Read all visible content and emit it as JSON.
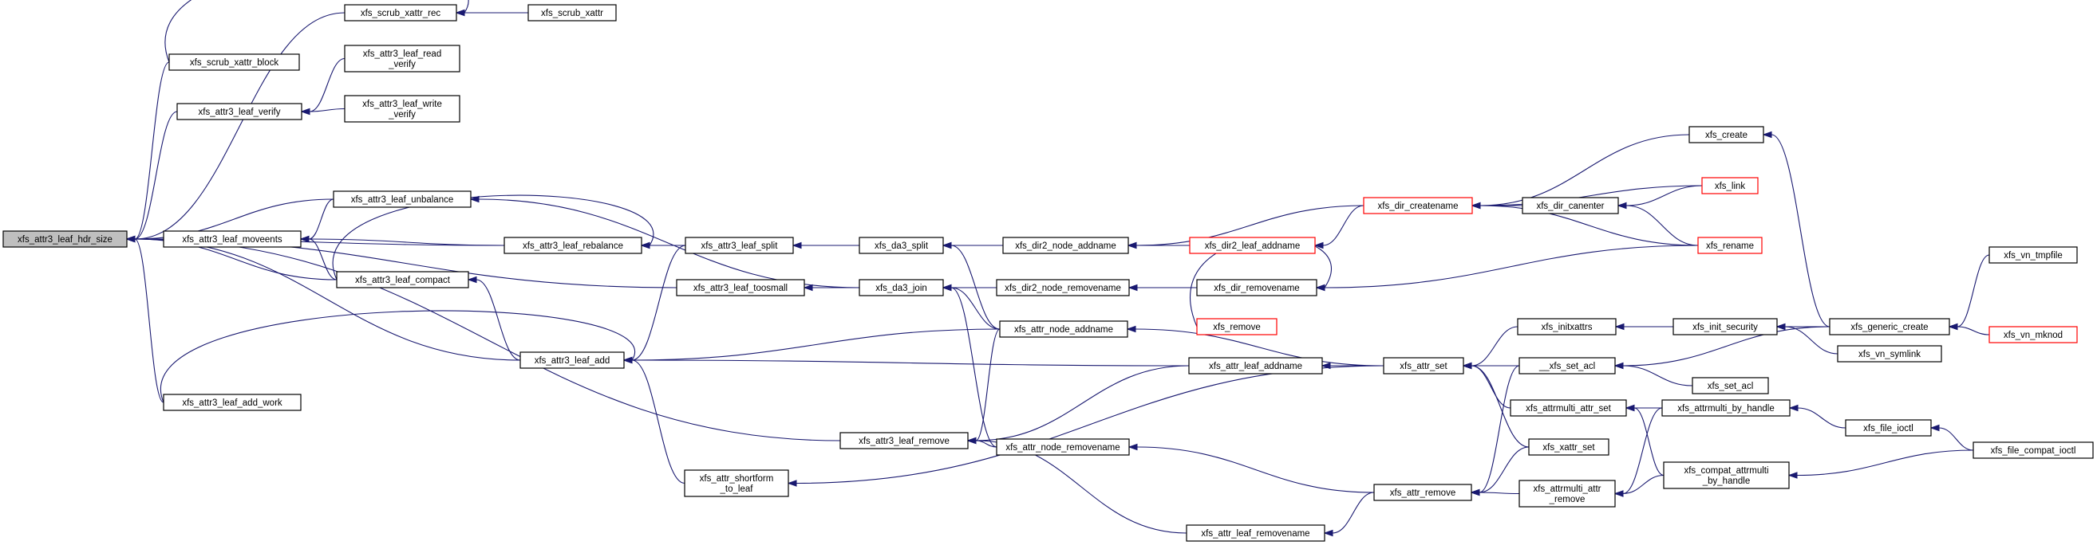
{
  "graph": {
    "root_id": "hdr",
    "nodes": [
      {
        "id": "hdr",
        "lines": [
          "xfs_attr3_leaf_hdr_size"
        ],
        "style": "root"
      },
      {
        "id": "xrec",
        "lines": [
          "xfs_scrub_xattr_rec"
        ],
        "style": "normal"
      },
      {
        "id": "xattr",
        "lines": [
          "xfs_scrub_xattr"
        ],
        "style": "normal"
      },
      {
        "id": "xblock",
        "lines": [
          "xfs_scrub_xattr_block"
        ],
        "style": "normal"
      },
      {
        "id": "lverify",
        "lines": [
          "xfs_attr3_leaf_verify"
        ],
        "style": "normal"
      },
      {
        "id": "rverify",
        "lines": [
          "xfs_attr3_leaf_read",
          "_verify"
        ],
        "style": "normal"
      },
      {
        "id": "wverify",
        "lines": [
          "xfs_attr3_leaf_write",
          "_verify"
        ],
        "style": "normal"
      },
      {
        "id": "unbal",
        "lines": [
          "xfs_attr3_leaf_unbalance"
        ],
        "style": "normal"
      },
      {
        "id": "moveents",
        "lines": [
          "xfs_attr3_leaf_moveents"
        ],
        "style": "normal"
      },
      {
        "id": "rebal",
        "lines": [
          "xfs_attr3_leaf_rebalance"
        ],
        "style": "normal"
      },
      {
        "id": "compact",
        "lines": [
          "xfs_attr3_leaf_compact"
        ],
        "style": "normal"
      },
      {
        "id": "toosmall",
        "lines": [
          "xfs_attr3_leaf_toosmall"
        ],
        "style": "normal"
      },
      {
        "id": "add",
        "lines": [
          "xfs_attr3_leaf_add"
        ],
        "style": "normal"
      },
      {
        "id": "addwork",
        "lines": [
          "xfs_attr3_leaf_add_work"
        ],
        "style": "normal"
      },
      {
        "id": "lremove",
        "lines": [
          "xfs_attr3_leaf_remove"
        ],
        "style": "normal"
      },
      {
        "id": "shortform",
        "lines": [
          "xfs_attr_shortform",
          "_to_leaf"
        ],
        "style": "normal"
      },
      {
        "id": "lsplit",
        "lines": [
          "xfs_attr3_leaf_split"
        ],
        "style": "normal"
      },
      {
        "id": "dasplit",
        "lines": [
          "xfs_da3_split"
        ],
        "style": "normal"
      },
      {
        "id": "dajoin",
        "lines": [
          "xfs_da3_join"
        ],
        "style": "normal"
      },
      {
        "id": "naddname",
        "lines": [
          "xfs_attr_node_addname"
        ],
        "style": "normal"
      },
      {
        "id": "nremname",
        "lines": [
          "xfs_attr_node_removename"
        ],
        "style": "normal"
      },
      {
        "id": "d2naddname",
        "lines": [
          "xfs_dir2_node_addname"
        ],
        "style": "normal"
      },
      {
        "id": "d2nremname",
        "lines": [
          "xfs_dir2_node_removename"
        ],
        "style": "normal"
      },
      {
        "id": "d2laddname",
        "lines": [
          "xfs_dir2_leaf_addname"
        ],
        "style": "red"
      },
      {
        "id": "dircreate",
        "lines": [
          "xfs_dir_createname"
        ],
        "style": "red"
      },
      {
        "id": "dirremname",
        "lines": [
          "xfs_dir_removename"
        ],
        "style": "normal"
      },
      {
        "id": "xremove",
        "lines": [
          "xfs_remove"
        ],
        "style": "red"
      },
      {
        "id": "laddname",
        "lines": [
          "xfs_attr_leaf_addname"
        ],
        "style": "normal"
      },
      {
        "id": "lremname",
        "lines": [
          "xfs_attr_leaf_removename"
        ],
        "style": "normal"
      },
      {
        "id": "attrset",
        "lines": [
          "xfs_attr_set"
        ],
        "style": "normal"
      },
      {
        "id": "attrremove",
        "lines": [
          "xfs_attr_remove"
        ],
        "style": "normal"
      },
      {
        "id": "initx",
        "lines": [
          "xfs_initxattrs"
        ],
        "style": "normal"
      },
      {
        "id": "setaclint",
        "lines": [
          "__xfs_set_acl"
        ],
        "style": "normal"
      },
      {
        "id": "amset",
        "lines": [
          "xfs_attrmulti_attr_set"
        ],
        "style": "normal"
      },
      {
        "id": "xset",
        "lines": [
          "xfs_xattr_set"
        ],
        "style": "normal"
      },
      {
        "id": "amremove",
        "lines": [
          "xfs_attrmulti_attr",
          "_remove"
        ],
        "style": "normal"
      },
      {
        "id": "create",
        "lines": [
          "xfs_create"
        ],
        "style": "normal"
      },
      {
        "id": "dircan",
        "lines": [
          "xfs_dir_canenter"
        ],
        "style": "normal"
      },
      {
        "id": "link",
        "lines": [
          "xfs_link"
        ],
        "style": "red"
      },
      {
        "id": "rename",
        "lines": [
          "xfs_rename"
        ],
        "style": "red"
      },
      {
        "id": "initsec",
        "lines": [
          "xfs_init_security"
        ],
        "style": "normal"
      },
      {
        "id": "setacl",
        "lines": [
          "xfs_set_acl"
        ],
        "style": "normal"
      },
      {
        "id": "ambyh",
        "lines": [
          "xfs_attrmulti_by_handle"
        ],
        "style": "normal"
      },
      {
        "id": "cambyh",
        "lines": [
          "xfs_compat_attrmulti",
          "_by_handle"
        ],
        "style": "normal"
      },
      {
        "id": "gencreate",
        "lines": [
          "xfs_generic_create"
        ],
        "style": "normal"
      },
      {
        "id": "vnsym",
        "lines": [
          "xfs_vn_symlink"
        ],
        "style": "normal"
      },
      {
        "id": "fioctl",
        "lines": [
          "xfs_file_ioctl"
        ],
        "style": "normal"
      },
      {
        "id": "vntmp",
        "lines": [
          "xfs_vn_tmpfile"
        ],
        "style": "normal"
      },
      {
        "id": "vnmknod",
        "lines": [
          "xfs_vn_mknod"
        ],
        "style": "red"
      },
      {
        "id": "cfioctl",
        "lines": [
          "xfs_file_compat_ioctl"
        ],
        "style": "normal"
      }
    ],
    "edges": [
      [
        "xrec",
        "hdr"
      ],
      [
        "xblock",
        "hdr"
      ],
      [
        "lverify",
        "hdr"
      ],
      [
        "unbal",
        "hdr"
      ],
      [
        "moveents",
        "hdr"
      ],
      [
        "rebal",
        "hdr"
      ],
      [
        "compact",
        "hdr"
      ],
      [
        "toosmall",
        "hdr"
      ],
      [
        "add",
        "hdr"
      ],
      [
        "addwork",
        "hdr"
      ],
      [
        "lremove",
        "hdr"
      ],
      [
        "xattr",
        "xrec"
      ],
      [
        "xblock",
        "xrec"
      ],
      [
        "rverify",
        "lverify"
      ],
      [
        "wverify",
        "lverify"
      ],
      [
        "unbal",
        "moveents"
      ],
      [
        "compact",
        "moveents"
      ],
      [
        "rebal",
        "moveents"
      ],
      [
        "dajoin",
        "unbal"
      ],
      [
        "compact",
        "rebal"
      ],
      [
        "lsplit",
        "rebal"
      ],
      [
        "add",
        "compact"
      ],
      [
        "dajoin",
        "toosmall"
      ],
      [
        "lsplit",
        "add"
      ],
      [
        "addwork",
        "add"
      ],
      [
        "shortform",
        "add"
      ],
      [
        "naddname",
        "add"
      ],
      [
        "laddname",
        "add"
      ],
      [
        "dasplit",
        "lsplit"
      ],
      [
        "d2naddname",
        "dasplit"
      ],
      [
        "naddname",
        "dasplit"
      ],
      [
        "d2nremname",
        "dajoin"
      ],
      [
        "naddname",
        "dajoin"
      ],
      [
        "nremname",
        "dajoin"
      ],
      [
        "naddname",
        "lremove"
      ],
      [
        "laddname",
        "lremove"
      ],
      [
        "nremname",
        "lremove"
      ],
      [
        "lremname",
        "lremove"
      ],
      [
        "attrset",
        "shortform"
      ],
      [
        "dircreate",
        "d2naddname"
      ],
      [
        "d2laddname",
        "d2naddname"
      ],
      [
        "dirremname",
        "d2nremname"
      ],
      [
        "dircreate",
        "d2laddname"
      ],
      [
        "create",
        "dircreate"
      ],
      [
        "dircan",
        "dircreate"
      ],
      [
        "link",
        "dircreate"
      ],
      [
        "rename",
        "dircreate"
      ],
      [
        "link",
        "dircan"
      ],
      [
        "rename",
        "dircan"
      ],
      [
        "rename",
        "dirremname"
      ],
      [
        "xremove",
        "dirremname"
      ],
      [
        "attrset",
        "naddname"
      ],
      [
        "attrset",
        "laddname"
      ],
      [
        "attrremove",
        "nremname"
      ],
      [
        "attrremove",
        "lremname"
      ],
      [
        "initx",
        "attrset"
      ],
      [
        "setaclint",
        "attrset"
      ],
      [
        "amset",
        "attrset"
      ],
      [
        "xset",
        "attrset"
      ],
      [
        "setaclint",
        "attrremove"
      ],
      [
        "xset",
        "attrremove"
      ],
      [
        "amremove",
        "attrremove"
      ],
      [
        "initsec",
        "initx"
      ],
      [
        "setacl",
        "setaclint"
      ],
      [
        "gencreate",
        "setaclint"
      ],
      [
        "ambyh",
        "amset"
      ],
      [
        "cambyh",
        "amset"
      ],
      [
        "ambyh",
        "amremove"
      ],
      [
        "cambyh",
        "amremove"
      ],
      [
        "gencreate",
        "create"
      ],
      [
        "gencreate",
        "initsec"
      ],
      [
        "vnsym",
        "initsec"
      ],
      [
        "fioctl",
        "ambyh"
      ],
      [
        "cfioctl",
        "cambyh"
      ],
      [
        "vntmp",
        "gencreate"
      ],
      [
        "vnmknod",
        "gencreate"
      ],
      [
        "cfioctl",
        "fioctl"
      ]
    ]
  },
  "colors": {
    "edge": "#191970",
    "node_border": "#000000",
    "root_fill": "#bfbfbf",
    "red_border": "#ff0000",
    "node_fill": "#ffffff"
  }
}
